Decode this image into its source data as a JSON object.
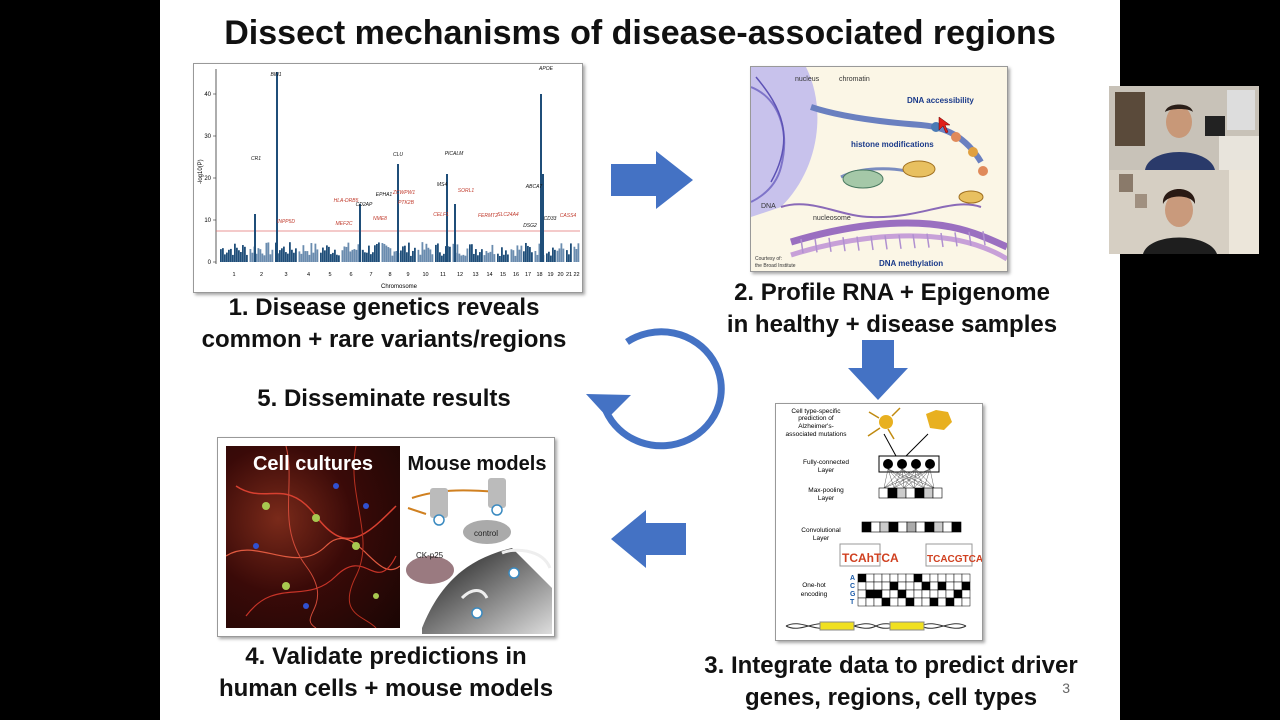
{
  "slide": {
    "title": "Dissect mechanisms of disease-associated regions",
    "page_number": "3",
    "steps": [
      {
        "line1": "1. Disease genetics reveals",
        "line2": "common + rare variants/regions"
      },
      {
        "line1": "2. Profile RNA + Epigenome",
        "line2": "in healthy + disease samples"
      },
      {
        "line1": "3. Integrate data to predict driver",
        "line2": "genes, regions, cell types"
      },
      {
        "line1": "4. Validate predictions in",
        "line2": "human cells + mouse models"
      },
      {
        "line1": "5. Disseminate results",
        "line2": ""
      }
    ]
  },
  "manhattan": {
    "ylabel": "-log10(P)",
    "xlabel": "Chromosome",
    "yticks": [
      "0",
      "10",
      "20",
      "30",
      "40"
    ],
    "chromosomes": [
      "1",
      "2",
      "3",
      "4",
      "5",
      "6",
      "7",
      "8",
      "9",
      "10",
      "11",
      "12",
      "13",
      "14",
      "15",
      "16",
      "17",
      "18",
      "19",
      "20",
      "21",
      "22"
    ],
    "genes_black": [
      "BIN1",
      "CR1",
      "CLU",
      "PICALM",
      "APOE",
      "EPHA1",
      "CD2AP",
      "MS4",
      "ABCA7",
      "DSG2",
      "CD33"
    ],
    "genes_red": [
      "INPP5D",
      "HLA-DRB5",
      "MEF2C",
      "NME8",
      "ZCWPW1",
      "PTK2B",
      "SORL1",
      "CELF1",
      "FERMT2",
      "SLC24A4",
      "CASS4"
    ]
  },
  "chromatin": {
    "labels": [
      "nucleus",
      "chromatin",
      "DNA accessibility",
      "histone modifications",
      "DNA",
      "nucleosome",
      "DNA methylation"
    ],
    "credit_line1": "Courtesy of:",
    "credit_line2": "the Broad Institute"
  },
  "network": {
    "title_lines": [
      "Cell type-specific",
      "prediction of",
      "Alzheimer's-",
      "associated mutations"
    ],
    "layers": [
      {
        "line1": "Fully-connected",
        "line2": "Layer"
      },
      {
        "line1": "Max-pooling",
        "line2": "Layer"
      },
      {
        "line1": "Convolutional",
        "line2": "Layer"
      },
      {
        "line1": "One-hot",
        "line2": "encoding"
      }
    ],
    "bases": [
      "A",
      "C",
      "G",
      "T"
    ],
    "motifs": [
      "TCAhTCA",
      "TCACGTCA"
    ]
  },
  "validation": {
    "left_label": "Cell cultures",
    "right_label": "Mouse models",
    "mouse_labels": [
      "control",
      "CK-p25"
    ]
  },
  "colors": {
    "arrow": "#4472C4",
    "red_gene": "#C0392B",
    "manhattan_dark": "#1F4E79",
    "manhattan_light": "#6A8CAF"
  }
}
